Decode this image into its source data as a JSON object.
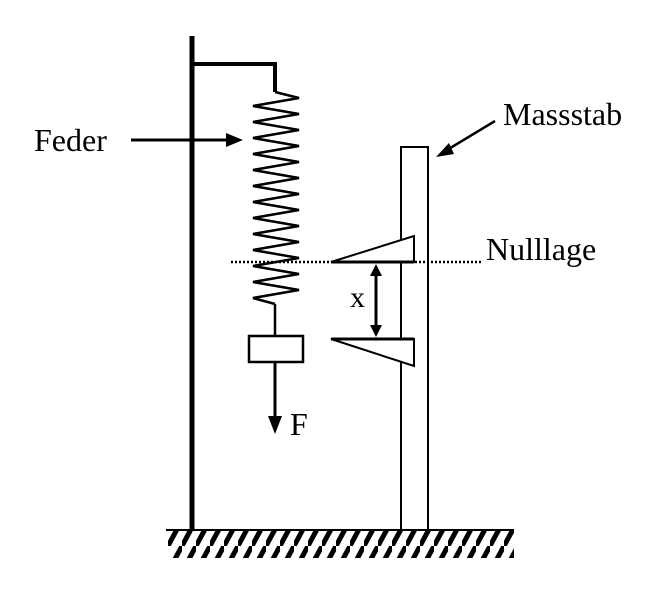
{
  "labels": {
    "spring": "Feder",
    "scale": "Massstab",
    "zero_position": "Nulllage",
    "displacement": "x",
    "force": "F"
  }
}
